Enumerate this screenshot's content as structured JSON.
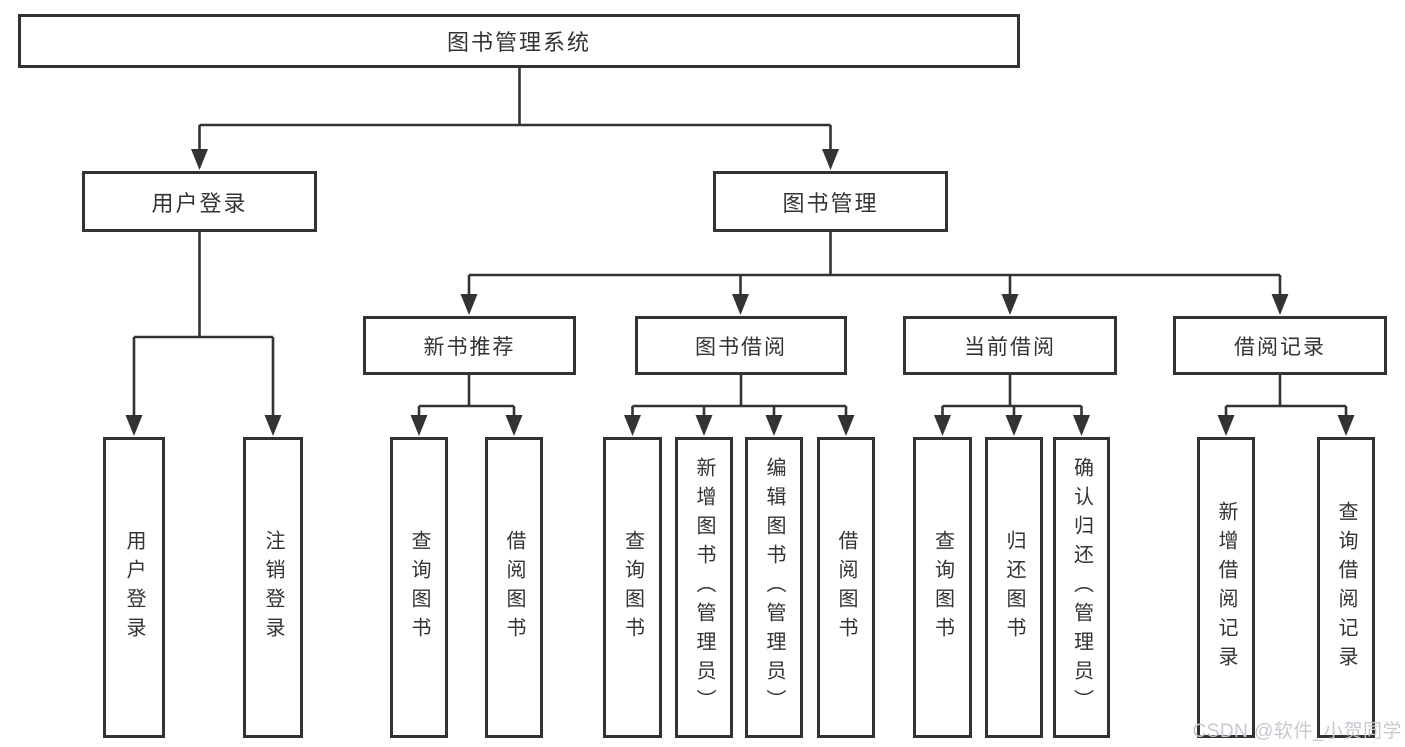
{
  "diagram": {
    "root": {
      "label": "图书管理系统",
      "children": [
        {
          "label": "用户登录",
          "children": [
            {
              "label": "用户登录"
            },
            {
              "label": "注销登录"
            }
          ]
        },
        {
          "label": "图书管理",
          "children": [
            {
              "label": "新书推荐",
              "children": [
                {
                  "label": "查询图书"
                },
                {
                  "label": "借阅图书"
                }
              ]
            },
            {
              "label": "图书借阅",
              "children": [
                {
                  "label": "查询图书"
                },
                {
                  "label": "新增图书（管理员）"
                },
                {
                  "label": "编辑图书（管理员）"
                },
                {
                  "label": "借阅图书"
                }
              ]
            },
            {
              "label": "当前借阅",
              "children": [
                {
                  "label": "查询图书"
                },
                {
                  "label": "归还图书"
                },
                {
                  "label": "确认归还（管理员）"
                }
              ]
            },
            {
              "label": "借阅记录",
              "children": [
                {
                  "label": "新增借阅记录"
                },
                {
                  "label": "查询借阅记录"
                }
              ]
            }
          ]
        }
      ]
    }
  },
  "watermark": {
    "text": "CSDN @软件_小贺同学"
  },
  "colors": {
    "line": "#333333",
    "box_border": "#333333",
    "text": "#333333",
    "background": "#ffffff",
    "watermark": "#c6cad0"
  }
}
